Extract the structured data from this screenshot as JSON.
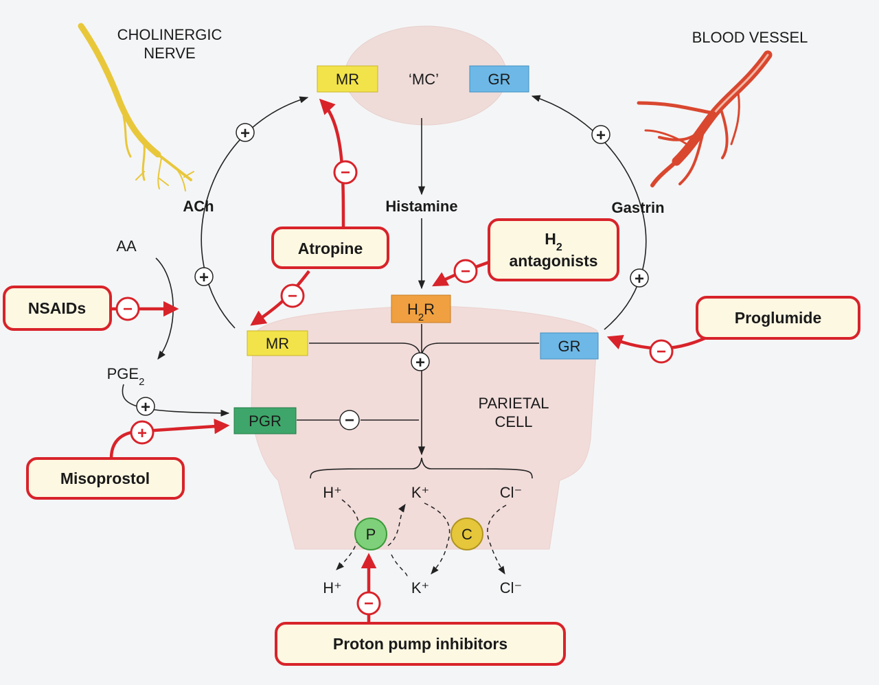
{
  "labels": {
    "cholinergic_nerve": [
      "CHOLINERGIC",
      "NERVE"
    ],
    "blood_vessel": "BLOOD VESSEL",
    "mast_cell": "‘MC’",
    "ach": "ACh",
    "histamine": "Histamine",
    "gastrin": "Gastrin",
    "aa": "AA",
    "pge2": {
      "base": "PGE",
      "sub": "2"
    },
    "parietal_cell": [
      "PARIETAL",
      "CELL"
    ]
  },
  "receptors": {
    "mc_mr": "MR",
    "mc_gr": "GR",
    "h2r": {
      "base": "H",
      "sub": "2",
      "tail": "R"
    },
    "cell_mr": "MR",
    "cell_gr": "GR",
    "pgr": "PGR"
  },
  "ions": {
    "h_in": "H⁺",
    "k_in": "K⁺",
    "cl_in": "Cl⁻",
    "h_out": "H⁺",
    "k_out": "K⁺",
    "cl_out": "Cl⁻",
    "pump": "P",
    "channel": "C"
  },
  "drugs": {
    "atropine": "Atropine",
    "h2_antagonists": {
      "base": "H",
      "sub": "2",
      "line2": "antagonists"
    },
    "nsaids": "NSAIDs",
    "proglumide": "Proglumide",
    "misoprostol": "Misoprostol",
    "ppi": "Proton pump inhibitors"
  },
  "signs": {
    "plus": "+",
    "minus": "−"
  },
  "colors": {
    "drug_red": "#d8232a",
    "drug_fill": "#fdf8e2",
    "mr_yellow": "#f2e34a",
    "gr_blue": "#6db8e6",
    "h2r_orange": "#f0a040",
    "pgr_green": "#3ea66a",
    "cell_pink": "#f1dcda",
    "nerve_yellow": "#e8c73a",
    "vessel_red": "#d9472f"
  }
}
